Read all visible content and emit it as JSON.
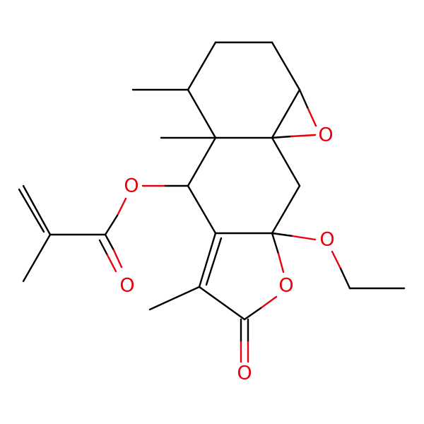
{
  "colors": {
    "bond": "#000000",
    "oxygen": "#e8000b",
    "background": "#ffffff"
  },
  "atoms": [
    {
      "id": "o_epoxide",
      "element": "O",
      "label": "O"
    },
    {
      "id": "o_ester",
      "element": "O",
      "label": "O"
    },
    {
      "id": "o_ester_carbonyl",
      "element": "O",
      "label": "O"
    },
    {
      "id": "o_ethoxy",
      "element": "O",
      "label": "O"
    },
    {
      "id": "o_lactone_ring",
      "element": "O",
      "label": "O"
    },
    {
      "id": "o_lactone_carbonyl",
      "element": "O",
      "label": "O"
    }
  ]
}
